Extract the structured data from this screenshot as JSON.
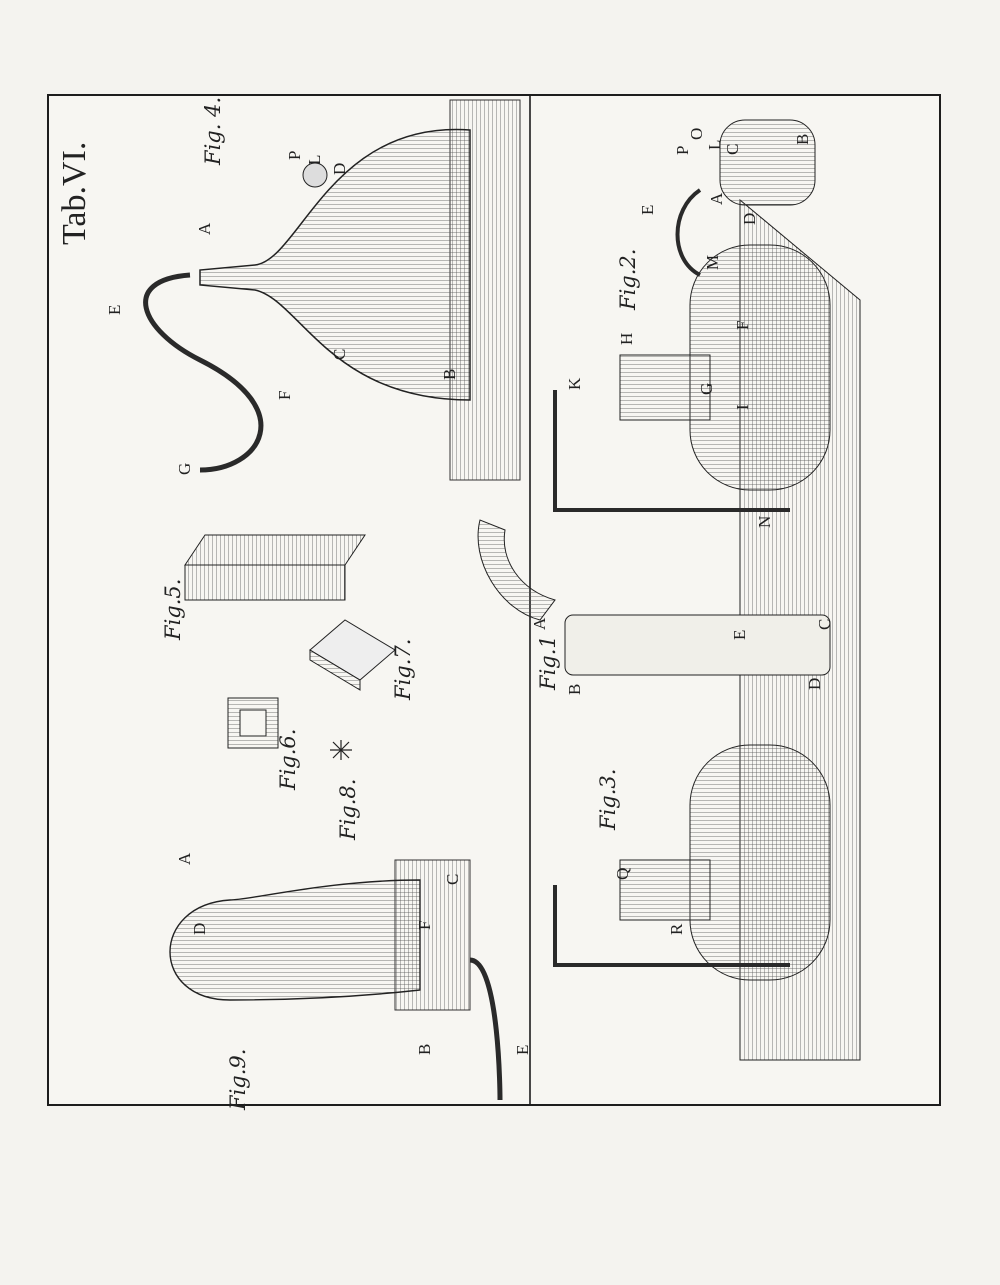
{
  "plate": {
    "title": "Tab.VI.",
    "figures": {
      "fig1": {
        "caption": "Fig.1",
        "labels": [
          "A",
          "B",
          "C",
          "D",
          "E"
        ]
      },
      "fig2": {
        "caption": "Fig.2.",
        "labels": [
          "P",
          "O",
          "L",
          "C",
          "B",
          "A",
          "D",
          "E",
          "M",
          "F",
          "G",
          "H",
          "I",
          "K",
          "N"
        ]
      },
      "fig3": {
        "caption": "Fig.3.",
        "labels": [
          "Q",
          "R"
        ]
      },
      "fig4": {
        "caption": "Fig. 4.",
        "labels": [
          "P",
          "L",
          "D",
          "A",
          "E",
          "C",
          "F",
          "G",
          "B"
        ]
      },
      "fig5": {
        "caption": "Fig.5."
      },
      "fig6": {
        "caption": "Fig.6."
      },
      "fig7": {
        "caption": "Fig.7."
      },
      "fig8": {
        "caption": "Fig.8."
      },
      "fig9": {
        "caption": "Fig.9.",
        "labels": [
          "A",
          "D",
          "F",
          "C",
          "B",
          "E"
        ]
      }
    }
  }
}
